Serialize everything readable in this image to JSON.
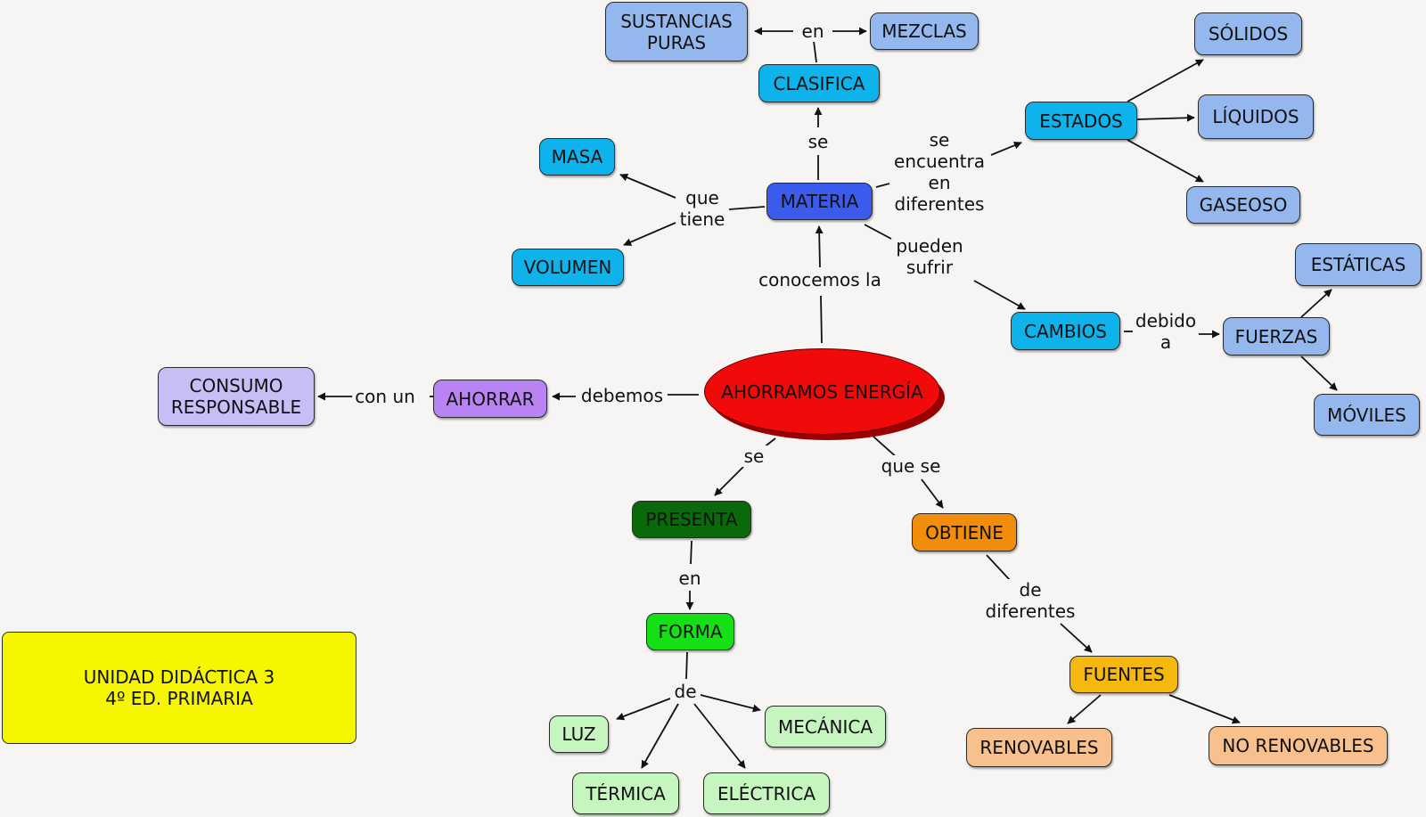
{
  "info": {
    "line1": "UNIDAD DIDÁCTICA 3",
    "line2": "4º ED. PRIMARIA"
  },
  "colors": {
    "center": "#f00a0a",
    "light_blue": "#94b8ee",
    "cyan": "#0fb3ec",
    "blue": "#3b5bed",
    "purple": "#b983f3",
    "lavender": "#c6bff5",
    "dark_green": "#0a6a0a",
    "bright_green": "#15e015",
    "pale_green": "#c6f5c0",
    "orange": "#f28d0c",
    "gold": "#f6b70f",
    "peach": "#f7c08c",
    "yellow": "#f6f600"
  },
  "nodes": {
    "center": "AHORRAMOS ENERGÍA",
    "materia": "MATERIA",
    "clasifica": "CLASIFICA",
    "sustancias": "SUSTANCIAS\nPURAS",
    "mezclas": "MEZCLAS",
    "masa": "MASA",
    "volumen": "VOLUMEN",
    "estados": "ESTADOS",
    "solidos": "SÓLIDOS",
    "liquidos": "LÍQUIDOS",
    "gaseoso": "GASEOSO",
    "cambios": "CAMBIOS",
    "fuerzas": "FUERZAS",
    "estaticas": "ESTÁTICAS",
    "moviles": "MÓVILES",
    "ahorrar": "AHORRAR",
    "consumo": "CONSUMO\nRESPONSABLE",
    "presenta": "PRESENTA",
    "forma": "FORMA",
    "luz": "LUZ",
    "mecanica": "MECÁNICA",
    "termica": "TÉRMICA",
    "electrica": "ELÉCTRICA",
    "obtiene": "OBTIENE",
    "fuentes": "FUENTES",
    "renovables": "RENOVABLES",
    "no_renovables": "NO RENOVABLES"
  },
  "links": {
    "en_top": "en",
    "se_clasifica": "se",
    "que_tiene": "que\ntiene",
    "se_encuentra": "se\nencuentra\nen\ndiferentes",
    "pueden_sufrir": "pueden\nsufrir",
    "debido_a": "debido\na",
    "conocemos_la": "conocemos la",
    "debemos": "debemos",
    "con_un": "con un",
    "se_presenta": "se",
    "que_se": "que se",
    "en_forma": "en",
    "de_forma": "de",
    "de_diferentes": "de\ndiferentes"
  }
}
